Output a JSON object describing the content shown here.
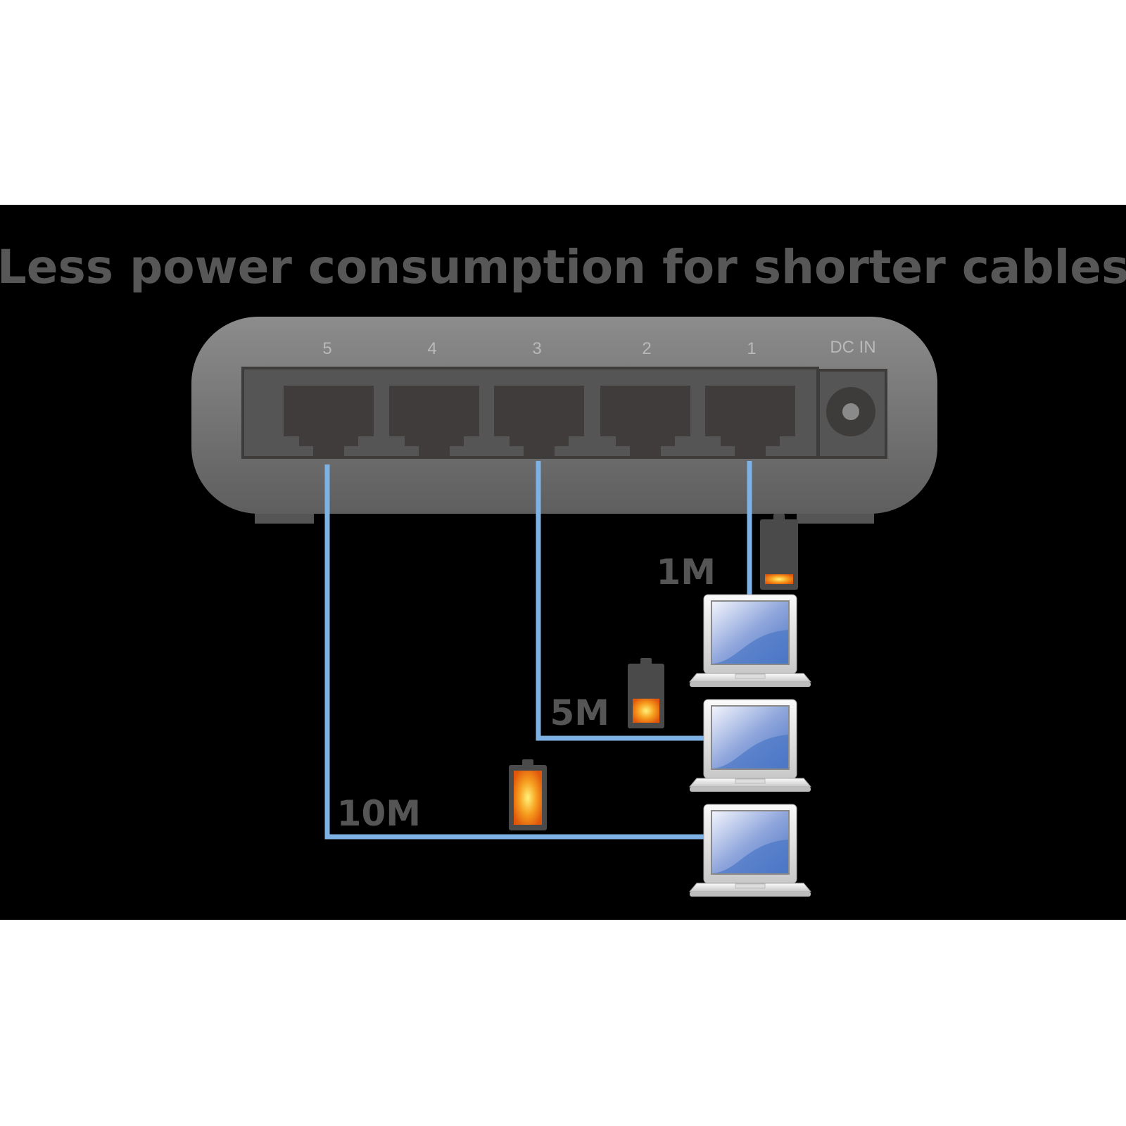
{
  "title": "Less power consumption for shorter cables",
  "switch": {
    "port_labels": [
      "5",
      "4",
      "3",
      "2",
      "1"
    ],
    "dc_label": "DC  IN"
  },
  "connections": [
    {
      "port": "1",
      "length_label": "1M",
      "battery_level": 0.15
    },
    {
      "port": "3",
      "length_label": "5M",
      "battery_level": 0.45
    },
    {
      "port": "5",
      "length_label": "10M",
      "battery_level": 1.0
    }
  ],
  "colors": {
    "background": "#000000",
    "cable": "#7eb2e4",
    "text": "#575757",
    "switch_body": "#7a7a7a",
    "battery_charge": "#f07a10"
  }
}
